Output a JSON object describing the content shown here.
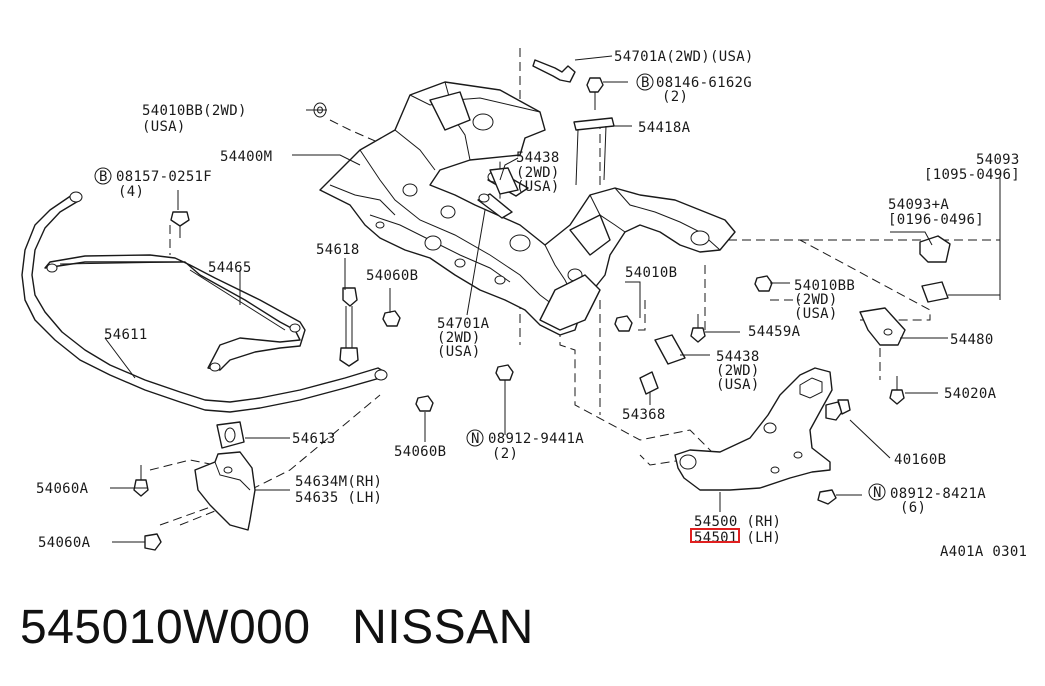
{
  "labels": {
    "p_54701A_2wd_usa": "54701A(2WD)(USA)",
    "p_08146": "08146-6162G",
    "p_08146_qty": "(2)",
    "p_54010BB_2wd": "54010BB(2WD)",
    "p_54010BB_2wd_usa": "(USA)",
    "p_54400M": "54400M",
    "p_54418A": "54418A",
    "p_54438_top": "54438",
    "p_54438_top_2wd": "(2WD)",
    "p_54438_top_usa": "(USA)",
    "p_54093": "54093",
    "p_54093_range": "[1095-0496]",
    "p_08157": "08157-0251F",
    "p_08157_qty": "(4)",
    "p_54093A": "54093+A",
    "p_54093A_range": "[0196-0496]",
    "p_54465": "54465",
    "p_54618": "54618",
    "p_54060B_top": "54060B",
    "p_54010B": "54010B",
    "p_54010BB_r": "54010BB",
    "p_54010BB_r_2wd": "(2WD)",
    "p_54010BB_r_usa": "(USA)",
    "p_54611": "54611",
    "p_54701A_mid": "54701A",
    "p_54701A_mid_2wd": "(2WD)",
    "p_54701A_mid_usa": "(USA)",
    "p_54459A": "54459A",
    "p_54480": "54480",
    "p_54438_mid": "54438",
    "p_54438_mid_2wd": "(2WD)",
    "p_54438_mid_usa": "(USA)",
    "p_54020A": "54020A",
    "p_54368": "54368",
    "p_54613": "54613",
    "p_54060B_bot": "54060B",
    "p_08912_9441A": "08912-9441A",
    "p_08912_9441A_qty": "(2)",
    "p_40160B": "40160B",
    "p_54060A_top": "54060A",
    "p_54634M": "54634M(RH)",
    "p_54635": "54635 (LH)",
    "p_08912_8421A": "08912-8421A",
    "p_08912_8421A_qty": "(6)",
    "p_54500": "54500 (RH)",
    "p_54501": "54501 (LH)",
    "p_54060A_bot": "54060A",
    "diagram_id": "A401A 0301"
  },
  "prefix_marks": {
    "b1": "B",
    "b2": "B",
    "n1": "N",
    "n2": "N"
  },
  "caption": {
    "part_number": "545010W000",
    "brand": "NISSAN"
  },
  "highlight": {
    "label_ref": "54501",
    "color": "#e02020"
  }
}
